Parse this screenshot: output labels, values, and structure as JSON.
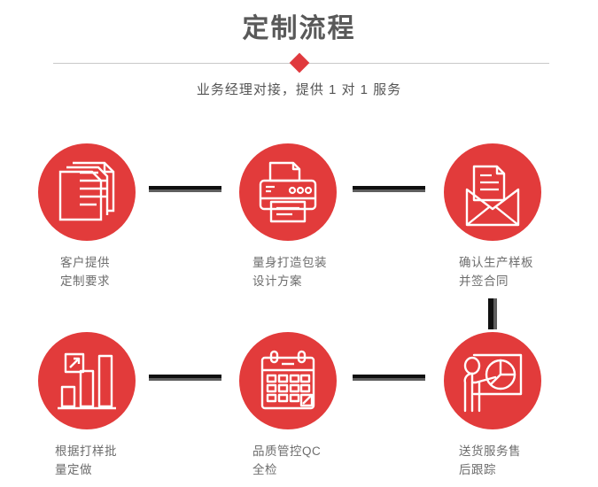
{
  "header": {
    "title": "定制流程",
    "subtitle": "业务经理对接，提供 1 对 1 服务",
    "accent_color": "#e23b3b",
    "title_color": "#595959",
    "rule_color": "#c9c9c9",
    "diamond_icon": "diamond-marker-icon"
  },
  "steps": [
    {
      "id": "step-1",
      "icon": "documents-stack-icon",
      "line1": "客户提供",
      "line2": "定制要求"
    },
    {
      "id": "step-2",
      "icon": "printer-icon",
      "line1": "量身打造包装",
      "line2": "设计方案"
    },
    {
      "id": "step-3",
      "icon": "envelope-document-icon",
      "line1": "确认生产样板",
      "line2": "并签合同"
    },
    {
      "id": "step-4",
      "icon": "bar-chart-growth-icon",
      "line1": "根据打样批",
      "line2": "量定做"
    },
    {
      "id": "step-5",
      "icon": "calendar-check-icon",
      "line1": "品质管控QC",
      "line2": "全检"
    },
    {
      "id": "step-6",
      "icon": "presentation-pie-chart-icon",
      "line1": "送货服务售",
      "line2": "后跟踪"
    }
  ],
  "connectors": {
    "bar_color": "#101010",
    "shadow_color": "#5e5e5e",
    "horizontal_count": 4,
    "vertical_count": 1
  }
}
